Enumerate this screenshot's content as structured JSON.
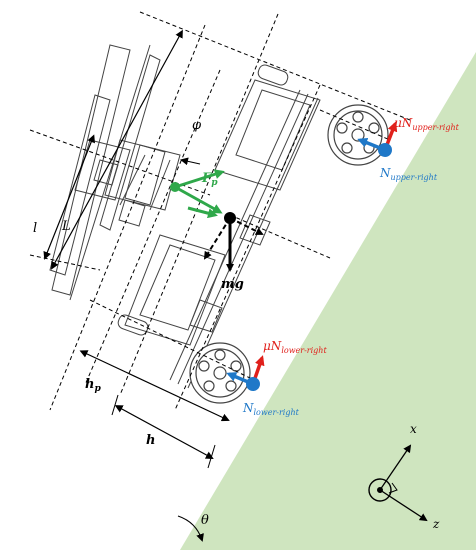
{
  "colors": {
    "ground": "#cfe5bf",
    "friction": "#e0201b",
    "normal": "#1f78c8",
    "propeller": "#2fa84a",
    "ink": "#000000"
  },
  "labels": {
    "phi": "φ",
    "Fp_main": "F",
    "Fp_sub": "p",
    "l": "l",
    "L": "L",
    "mg": "mg",
    "hp_main": "h",
    "hp_sub": "p",
    "h": "h",
    "theta": "θ",
    "mu": "μN",
    "upper_right": "upper-right",
    "lower_right": "lower-right",
    "N": "N",
    "x": "x",
    "z": "z"
  }
}
